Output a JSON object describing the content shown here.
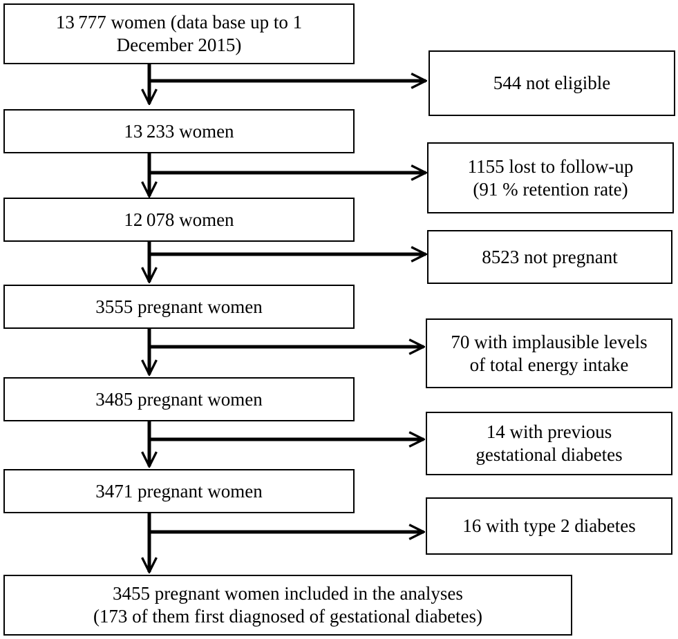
{
  "main_flow": [
    {
      "lines": [
        "13 777 women (data base up to 1",
        "December 2015)"
      ]
    },
    {
      "lines": [
        "13 233 women"
      ]
    },
    {
      "lines": [
        "12 078 women"
      ]
    },
    {
      "lines": [
        "3555 pregnant women"
      ]
    },
    {
      "lines": [
        "3485 pregnant women"
      ]
    },
    {
      "lines": [
        "3471 pregnant women"
      ]
    },
    {
      "lines": [
        "3455 pregnant women included in the analyses",
        "(173 of them first diagnosed of gestational diabetes)"
      ]
    }
  ],
  "exclusions": [
    {
      "lines": [
        "544 not eligible"
      ]
    },
    {
      "lines": [
        "1155 lost to follow-up",
        "(91 % retention rate)"
      ]
    },
    {
      "lines": [
        "8523 not pregnant"
      ]
    },
    {
      "lines": [
        "70 with implausible levels",
        "of total energy intake"
      ]
    },
    {
      "lines": [
        "14 with previous",
        "gestational diabetes"
      ]
    },
    {
      "lines": [
        "16 with type 2 diabetes"
      ]
    }
  ]
}
